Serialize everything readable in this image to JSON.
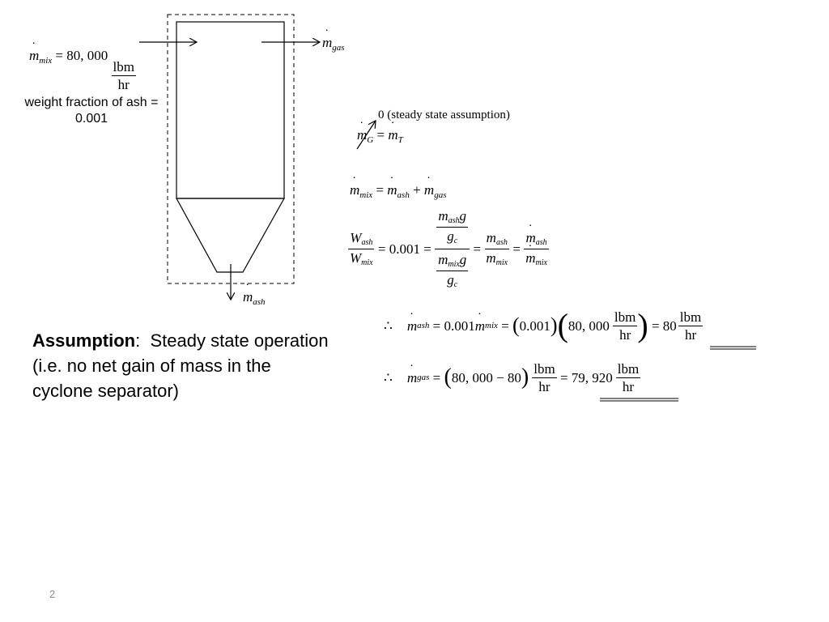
{
  "diagram": {
    "inlet_value": "80, 000",
    "unit_numerator": "lbm",
    "unit_denominator": "hr",
    "weight_fraction_note": "weight fraction of ash = 0.001",
    "labels": {
      "mix": "mix",
      "gas": "gas",
      "ash": "ash"
    }
  },
  "equations": {
    "steady_state_note": "0 (steady state assumption)",
    "G": "G",
    "T": "T",
    "weight_ratio_value": "0.001",
    "g": "g",
    "gc": "c",
    "therefore": "∴",
    "ash_factor": "0.001",
    "ash_paren_fraction": "0.001",
    "ash_paren_value": "80, 000",
    "ash_result": "80",
    "gas_paren_expr": "80, 000 − 80",
    "gas_result": "79, 920"
  },
  "assumption": {
    "label": "Assumption",
    "colon": ":",
    "text": "Steady state operation (i.e. no net gain of mass in the cyclone separator)"
  },
  "page_number": "2"
}
